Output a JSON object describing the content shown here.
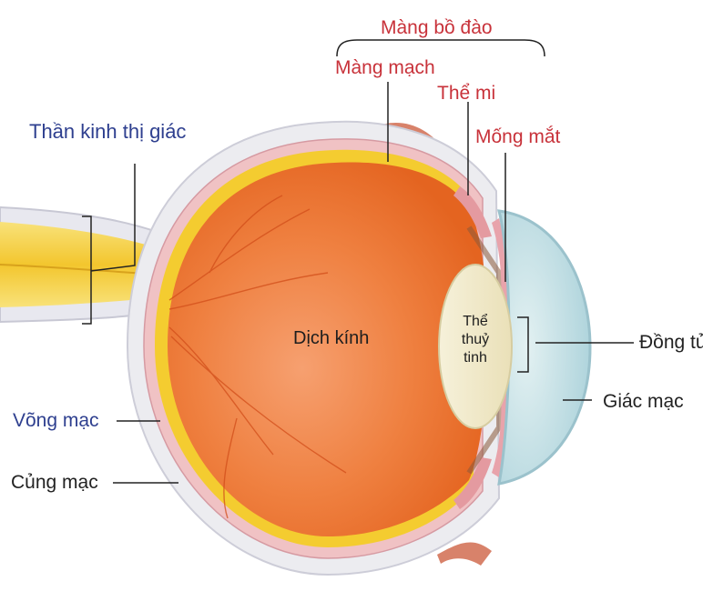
{
  "labels": {
    "uveal_tract": "Màng bồ đào",
    "choroid": "Màng mạch",
    "ciliary_body": "Thể mi",
    "iris": "Mống mắt",
    "optic_nerve": "Thần kinh thị giác",
    "vitreous": "Dịch kính",
    "lens": [
      "Thể",
      "thuỷ",
      "tinh"
    ],
    "pupil": "Đồng tử",
    "cornea": "Giác mạc",
    "retina": "Võng mạc",
    "sclera": "Củng mạc"
  },
  "colors": {
    "red_label": "#c8323a",
    "blue_label": "#2e3f8f",
    "dark_label": "#222222",
    "vitreous": "#ee7a3a",
    "retina_layer": "#f4cc30",
    "sclera": "#ececf0",
    "cornea": "#b9dde3"
  }
}
